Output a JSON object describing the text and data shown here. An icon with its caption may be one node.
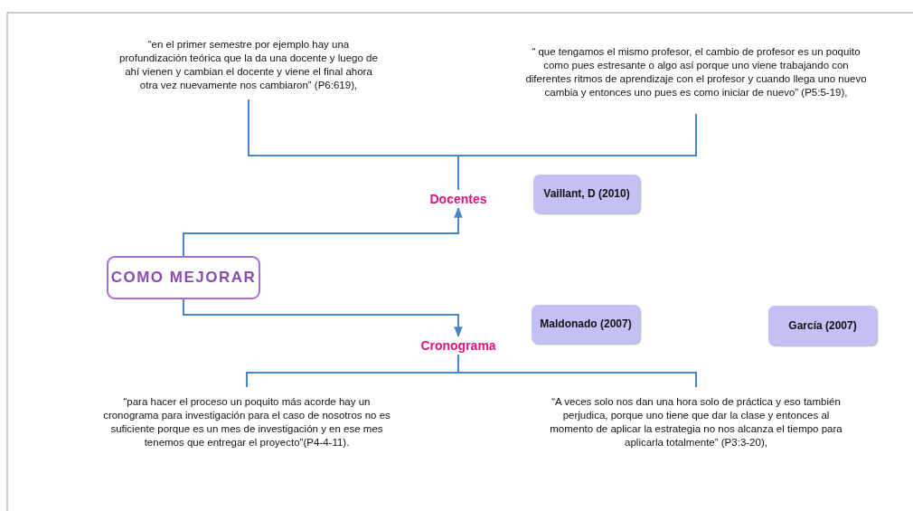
{
  "diagram": {
    "nodes": [
      {
        "text": [
          "“en el primer semestre por ejemplo hay una profundización teórica que la da una docente y luego de ahí vienen y cambian el docente y viene el final ahora otra vez nuevamente nos cambiaron” (P6:619),"
        ]
      },
      {
        "text": [
          "“ que tengamos el mismo profesor, el cambio de profesor es un poquito como pues estresante o algo así porque uno viene trabajando con diferentes ritmos de aprendizaje con el profesor y cuando llega uno nuevo cambia y entonces uno pues es como iniciar de nuevo” (P5:5-19),"
        ]
      },
      {
        "text": [
          "Docentes"
        ]
      },
      {
        "text": [
          "Vaillant, D (2010)"
        ]
      },
      {
        "text": [
          "COMO MEJORAR"
        ]
      },
      {
        "text": [
          "Maldonado (2007)"
        ]
      },
      {
        "text": [
          "García (2007)"
        ]
      },
      {
        "text": [
          "Cronograma"
        ]
      },
      {
        "text": [
          "“para hacer el proceso un poquito más acorde hay un cronograma para investigación para el caso de nosotros no es suficiente porque es un mes de investigación y en ese mes tenemos que entregar el proyecto”(P4-4-11)."
        ]
      },
      {
        "text": [
          "“A veces solo nos dan una hora solo de práctica y eso también perjudica, porque uno tiene que dar la clase y entonces al momento de aplicar la estrategia no nos alcanza el tiempo para aplicarla totalmente” (P3:3-20),"
        ]
      }
    ],
    "edges": [
      {
        "from": 2,
        "to": 0,
        "arrow": "none"
      },
      {
        "from": 2,
        "to": 1,
        "arrow": "none"
      },
      {
        "from": 4,
        "to": 2,
        "arrow": "to"
      },
      {
        "from": 4,
        "to": 7,
        "arrow": "to"
      },
      {
        "from": 7,
        "to": 8,
        "arrow": "none"
      },
      {
        "from": 7,
        "to": 9,
        "arrow": "none"
      }
    ]
  }
}
